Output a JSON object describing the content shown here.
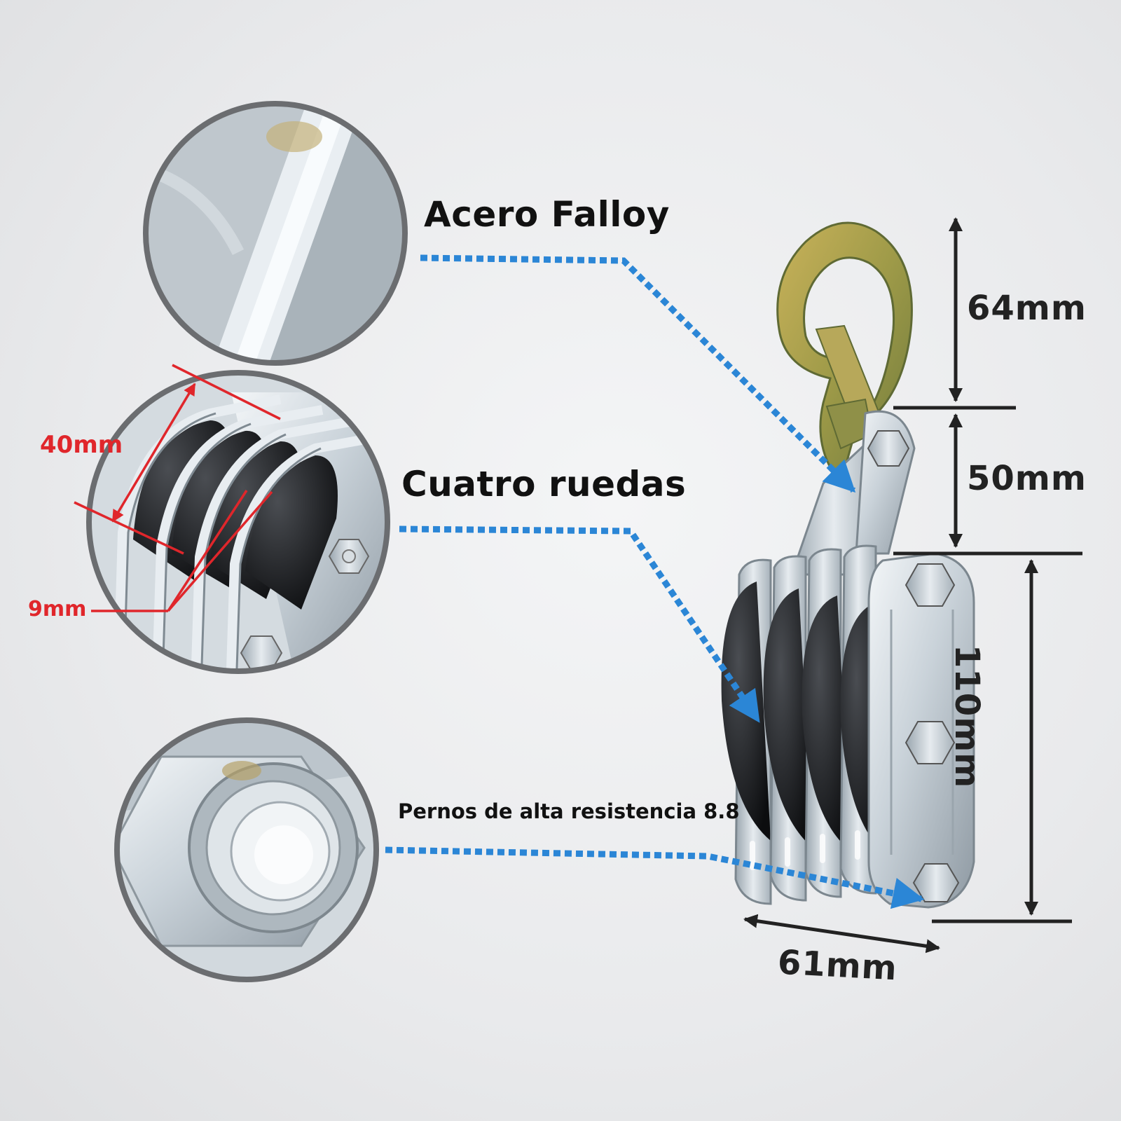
{
  "features": [
    {
      "id": "steel",
      "label": "Acero Falloy"
    },
    {
      "id": "wheels",
      "label": "Cuatro ruedas"
    },
    {
      "id": "bolts",
      "label": "Pernos de alta resistencia 8.8"
    }
  ],
  "dimensions": {
    "hook_height": "64mm",
    "link_height": "50mm",
    "body_height": "110mm",
    "body_width": "61mm",
    "groove_width": "40mm",
    "plate_gap": "9mm"
  },
  "colors": {
    "leader_line": "#2b86d6",
    "dimension_line": "#222222",
    "detail_annotation": "#e0262b",
    "circle_border": "#6b6d70"
  }
}
